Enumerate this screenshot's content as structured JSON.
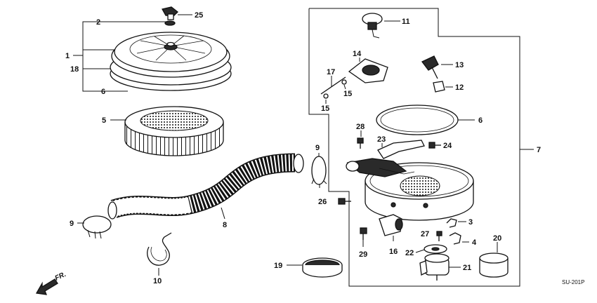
{
  "callouts": [
    {
      "id": "c1",
      "text": "1"
    },
    {
      "id": "c2",
      "text": "2"
    },
    {
      "id": "c25",
      "text": "25"
    },
    {
      "id": "c18",
      "text": "18"
    },
    {
      "id": "c6a",
      "text": "6"
    },
    {
      "id": "c5",
      "text": "5"
    },
    {
      "id": "c9a",
      "text": "9"
    },
    {
      "id": "c9b",
      "text": "9"
    },
    {
      "id": "c8",
      "text": "8"
    },
    {
      "id": "c10",
      "text": "10"
    },
    {
      "id": "c11",
      "text": "11"
    },
    {
      "id": "c14",
      "text": "14"
    },
    {
      "id": "c13",
      "text": "13"
    },
    {
      "id": "c17",
      "text": "17"
    },
    {
      "id": "c15a",
      "text": "15"
    },
    {
      "id": "c15b",
      "text": "15"
    },
    {
      "id": "c12",
      "text": "12"
    },
    {
      "id": "c6b",
      "text": "6"
    },
    {
      "id": "c28",
      "text": "28"
    },
    {
      "id": "c23",
      "text": "23"
    },
    {
      "id": "c24",
      "text": "24"
    },
    {
      "id": "c7",
      "text": "7"
    },
    {
      "id": "c26",
      "text": "26"
    },
    {
      "id": "c3",
      "text": "3"
    },
    {
      "id": "c27",
      "text": "27"
    },
    {
      "id": "c4",
      "text": "4"
    },
    {
      "id": "c20",
      "text": "20"
    },
    {
      "id": "c29",
      "text": "29"
    },
    {
      "id": "c16",
      "text": "16"
    },
    {
      "id": "c22",
      "text": "22"
    },
    {
      "id": "c21",
      "text": "21"
    },
    {
      "id": "c19",
      "text": "19"
    }
  ],
  "direction_label": "FR.",
  "diagram_code": "SU-201P"
}
